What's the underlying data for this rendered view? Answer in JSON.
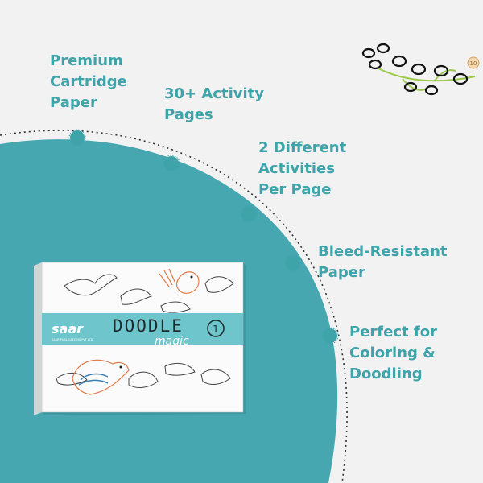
{
  "colors": {
    "teal": "#46a7b0",
    "teal_dark": "#2f8c95",
    "text_teal": "#3fa3aa",
    "background": "#f2f2f2"
  },
  "features": [
    {
      "label": "Premium\nCartridge\nPaper"
    },
    {
      "label": "30+ Activity\nPages"
    },
    {
      "label": "2 Different\nActivities\nPer Page"
    },
    {
      "label": "Bleed-Resistant\nPaper"
    },
    {
      "label": "Perfect for\nColoring &\nDoodling"
    }
  ],
  "book": {
    "brand": "saar",
    "publisher": "SAAR PUBLICATIONS PVT LTD",
    "title": "DOODLE",
    "subtitle": "magic",
    "volume": "1"
  },
  "decoration": {
    "branch_badge": "10"
  }
}
